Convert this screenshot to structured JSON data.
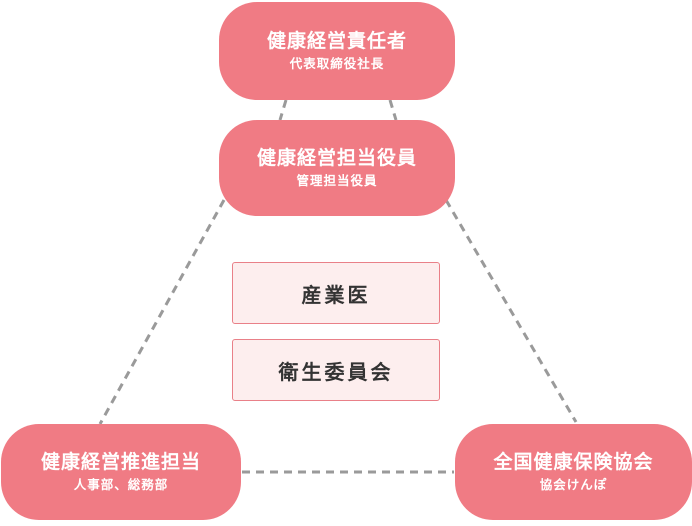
{
  "nodes": {
    "top": {
      "title": "健康経営責任者",
      "sub": "代表取締役社長"
    },
    "second": {
      "title": "健康経営担当役員",
      "sub": "管理担当役員"
    },
    "bottom_left": {
      "title": "健康経営推進担当",
      "sub": "人事部、総務部"
    },
    "bottom_right": {
      "title": "全国健康保険協会",
      "sub": "協会けんぽ"
    }
  },
  "center": {
    "industrial_doctor": "産業医",
    "health_committee": "衛生委員会"
  },
  "colors": {
    "node_fill": "#f07b84",
    "box_fill": "#fdeeee",
    "box_border": "#e98088",
    "connector": "#9a9a9a"
  }
}
